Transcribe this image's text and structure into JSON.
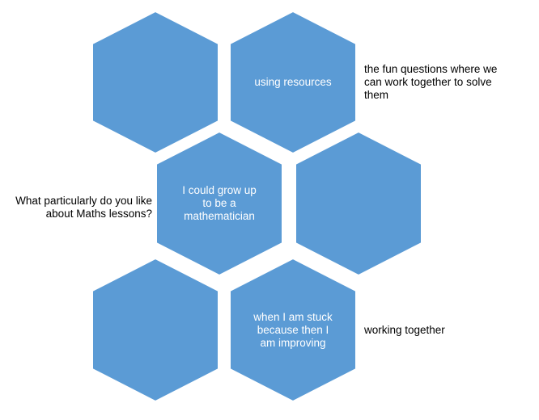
{
  "diagram": {
    "hexagons": [
      {
        "id": "hex-top-left",
        "text": ""
      },
      {
        "id": "hex-top-right",
        "text": "using resources"
      },
      {
        "id": "hex-middle-left",
        "text": "I could grow up\nto be a\nmathematician"
      },
      {
        "id": "hex-middle-right",
        "text": ""
      },
      {
        "id": "hex-bottom-left",
        "text": ""
      },
      {
        "id": "hex-bottom-right",
        "text": "when I am stuck\nbecause then I\nam improving"
      }
    ],
    "question": "What particularly do you like\nabout Maths lessons?",
    "side_notes": {
      "top": "the fun questions where we\ncan work together to solve\nthem",
      "bottom": "working together"
    }
  },
  "colors": {
    "hexagon_fill": "#5b9bd5",
    "hexagon_text": "#ffffff",
    "label_text": "#000000"
  }
}
